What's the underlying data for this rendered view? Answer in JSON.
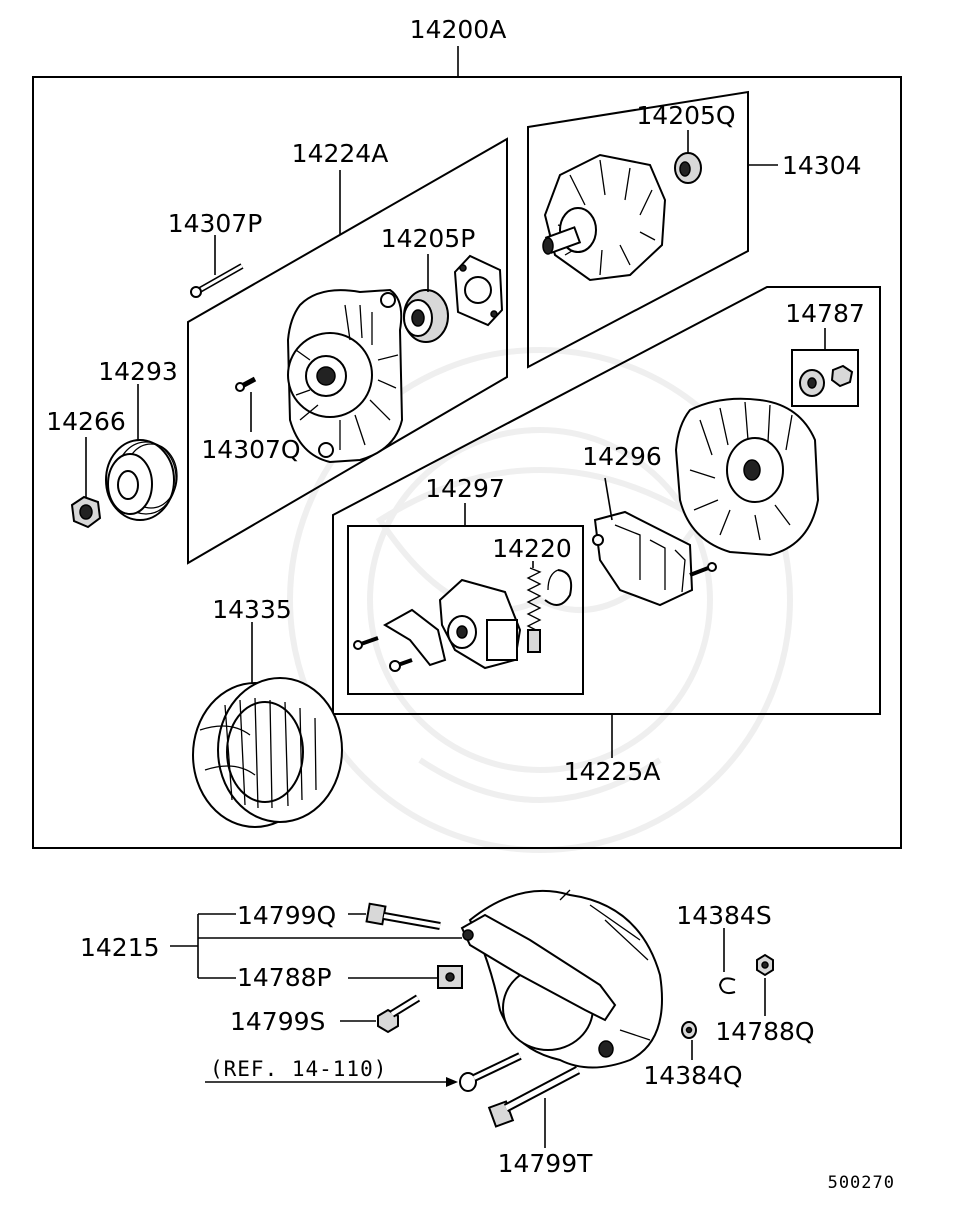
{
  "labels": {
    "p14200A": "14200A",
    "p14224A": "14224A",
    "p14307P": "14307P",
    "p14205P": "14205P",
    "p14293": "14293",
    "p14266": "14266",
    "p14307Q": "14307Q",
    "p14205Q": "14205Q",
    "p14304": "14304",
    "p14787": "14787",
    "p14296": "14296",
    "p14297": "14297",
    "p14220": "14220",
    "p14335": "14335",
    "p14225A": "14225A",
    "p14799Q": "14799Q",
    "p14215": "14215",
    "p14788P": "14788P",
    "p14799S": "14799S",
    "p14384S": "14384S",
    "p14788Q": "14788Q",
    "p14384Q": "14384Q",
    "p14799T": "14799T"
  },
  "reference": "(REF. 14-110)",
  "diagram_code": "500270"
}
